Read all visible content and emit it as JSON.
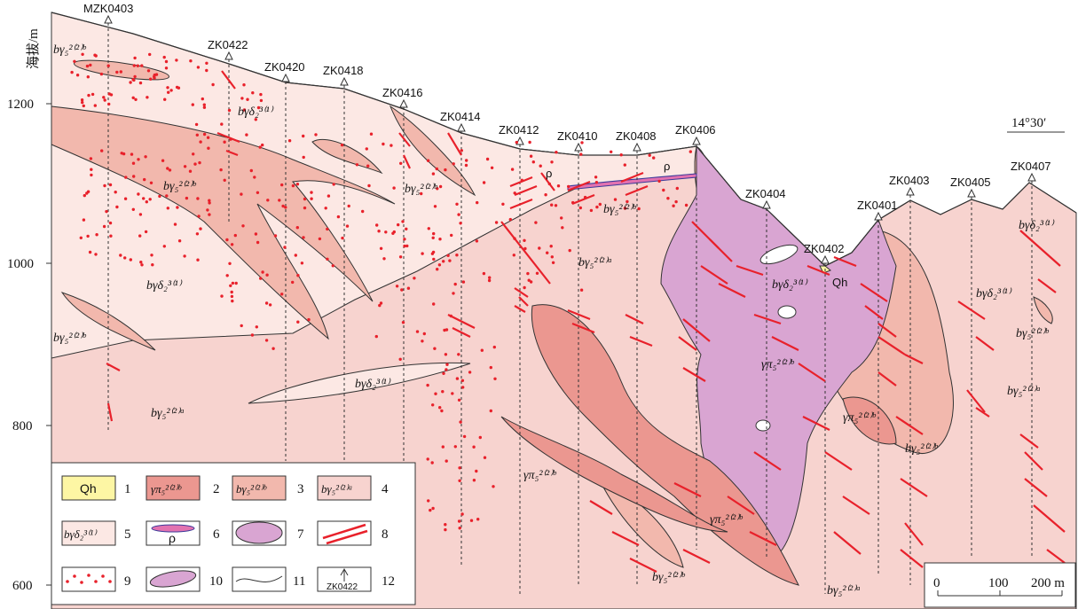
{
  "axis": {
    "ylabel": "海拔/m",
    "ticks": [
      "1200",
      "1000",
      "800",
      "600"
    ]
  },
  "latitude_label": "14°30′",
  "boreholes": [
    "MZK0403",
    "ZK0422",
    "ZK0420",
    "ZK0418",
    "ZK0416",
    "ZK0414",
    "ZK0412",
    "ZK0410",
    "ZK0408",
    "ZK0406",
    "ZK0404",
    "ZK0402",
    "ZK0401",
    "ZK0403",
    "ZK0405",
    "ZK0407"
  ],
  "units": {
    "qh": "Qh",
    "rho": "ρ",
    "bg_b": "bγ₅²⁽²⁾ᵇ",
    "bg_a": "bγ₅²⁽²⁾ᵃ",
    "bgd": "bγδ₂³⁽¹⁾",
    "gp": "γπ₅²⁽²⁾ᵇ"
  },
  "legend": {
    "items": [
      {
        "num": "1",
        "label": "Qh"
      },
      {
        "num": "2",
        "label": "γπ₅²⁽²⁾ᵇ"
      },
      {
        "num": "3",
        "label": "bγ₅²⁽²⁾ᵇ"
      },
      {
        "num": "4",
        "label": "bγ₅²⁽²⁾ᵃ"
      },
      {
        "num": "5",
        "label": "bγδ₂³⁽¹⁾"
      },
      {
        "num": "6",
        "label": "ρ"
      },
      {
        "num": "7",
        "label": ""
      },
      {
        "num": "8",
        "label": ""
      },
      {
        "num": "9",
        "label": ""
      },
      {
        "num": "10",
        "label": ""
      },
      {
        "num": "11",
        "label": ""
      },
      {
        "num": "12",
        "label": "ZK0422"
      }
    ]
  },
  "scale": {
    "labels": [
      "0",
      "100",
      "200 m"
    ]
  },
  "colors": {
    "granite_a": "#f7d3cf",
    "granite_b": "#f2b8ad",
    "granodiorite": "#fce8e4",
    "porphyry": "#eb9790",
    "breccia": "#d9a5d2",
    "quaternary": "#fdf6a4",
    "vein": "#e8212b",
    "rho": "#e272b0"
  }
}
